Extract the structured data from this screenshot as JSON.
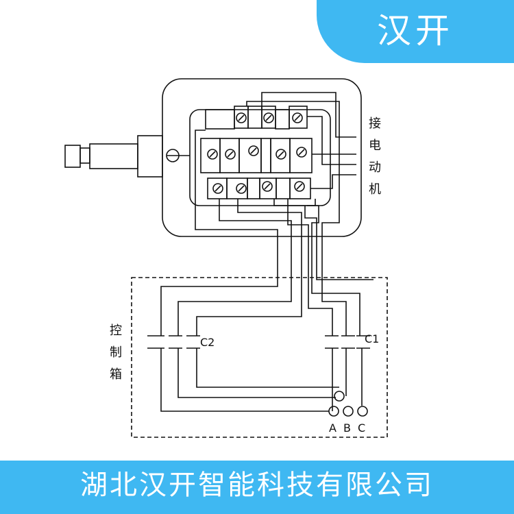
{
  "header": {
    "brand": "汉开"
  },
  "footer": {
    "company": "湖北汉开智能科技有限公司"
  },
  "diagram": {
    "motor_label": [
      "接",
      "电",
      "动",
      "机"
    ],
    "control_box_label": [
      "控",
      "制",
      "箱"
    ],
    "contactor_1": "C1",
    "contactor_2": "C2",
    "phases": [
      "A",
      "B",
      "C"
    ]
  },
  "colors": {
    "accent": "#3fb8f2",
    "line": "#111111"
  }
}
